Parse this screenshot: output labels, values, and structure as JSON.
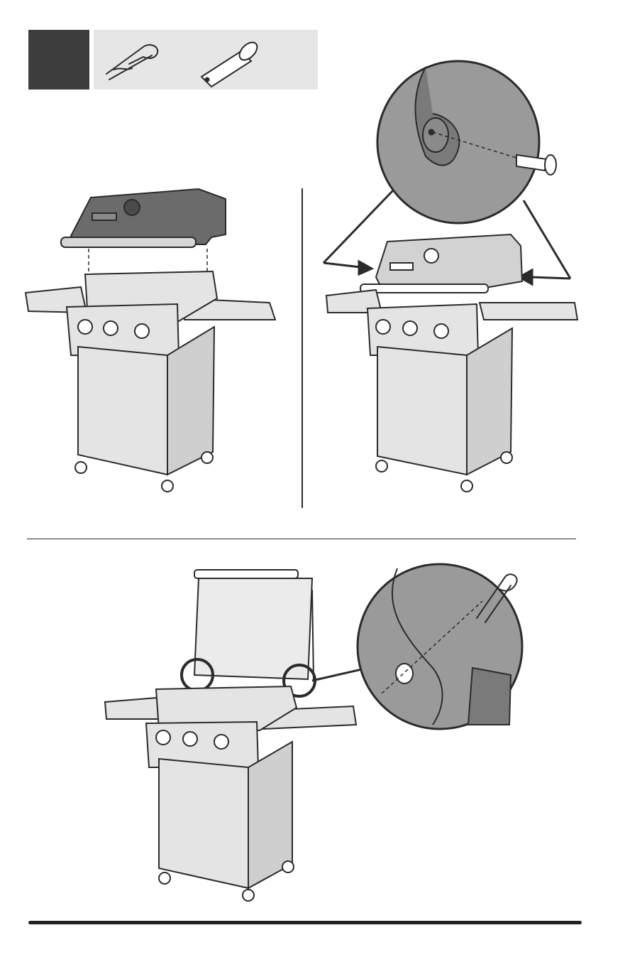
{
  "colors": {
    "step_box": "#3d3d3d",
    "parts_strip": "#e6e6e6",
    "lid_dark": "#6b6b6b",
    "grill_body": "#e4e4e4",
    "detail_bg": "#9a9a9a",
    "line": "#2b2b2b"
  },
  "icons": {
    "parts": [
      "hairpin-cotter-pin-icon",
      "clevis-pin-icon"
    ],
    "panels": [
      "lid-lowering-panel",
      "pins-inserted-panel",
      "cotter-pins-panel"
    ]
  }
}
